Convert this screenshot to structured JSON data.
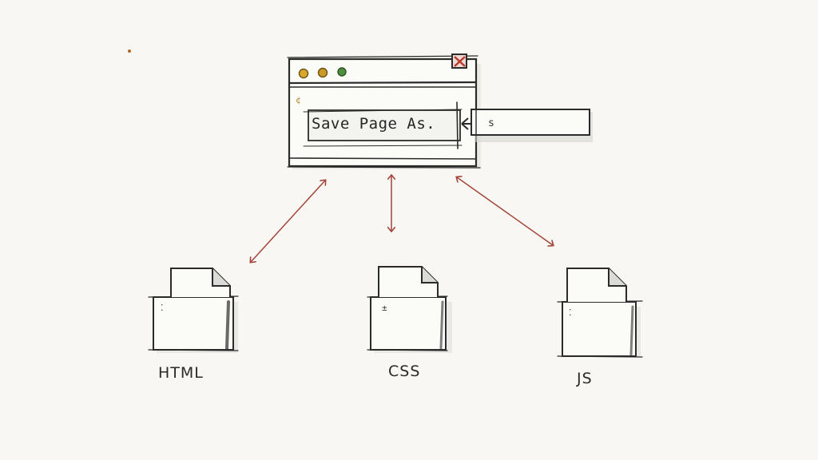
{
  "window": {
    "menu_item_label": "Save Page As.",
    "side_field_text": "s",
    "title_glyph": "¢",
    "traffic_light_colors": [
      "#d9a72c",
      "#c99a2a",
      "#4c8f3c"
    ],
    "close_color": "#b83a2f"
  },
  "files": [
    {
      "label": "HTML",
      "mark": "⁚"
    },
    {
      "label": "CSS",
      "mark": "±"
    },
    {
      "label": "JS",
      "mark": "⁚"
    }
  ],
  "colors": {
    "ink": "#2b2b2b",
    "arrow": "#a3453a",
    "shadow": "#c9c9c6"
  }
}
